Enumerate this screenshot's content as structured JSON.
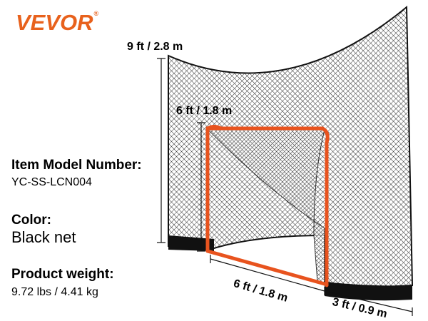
{
  "brand": {
    "name": "VEVOR",
    "mark": "®",
    "color": "#e8611c"
  },
  "dimensions": {
    "backstop_height": "9 ft / 2.8 m",
    "goal_height": "6 ft / 1.8 m",
    "goal_width": "6 ft / 1.8 m",
    "goal_depth": "3 ft / 0.9 m"
  },
  "specs": {
    "model_label": "Item Model Number:",
    "model_value": "YC-SS-LCN004",
    "color_label": "Color:",
    "color_value": "Black net",
    "weight_label": "Product weight:",
    "weight_value": "9.72 lbs / 4.41 kg"
  },
  "colors": {
    "frame": "#e8531e",
    "net": "#1a1a1a",
    "base": "#111111"
  }
}
